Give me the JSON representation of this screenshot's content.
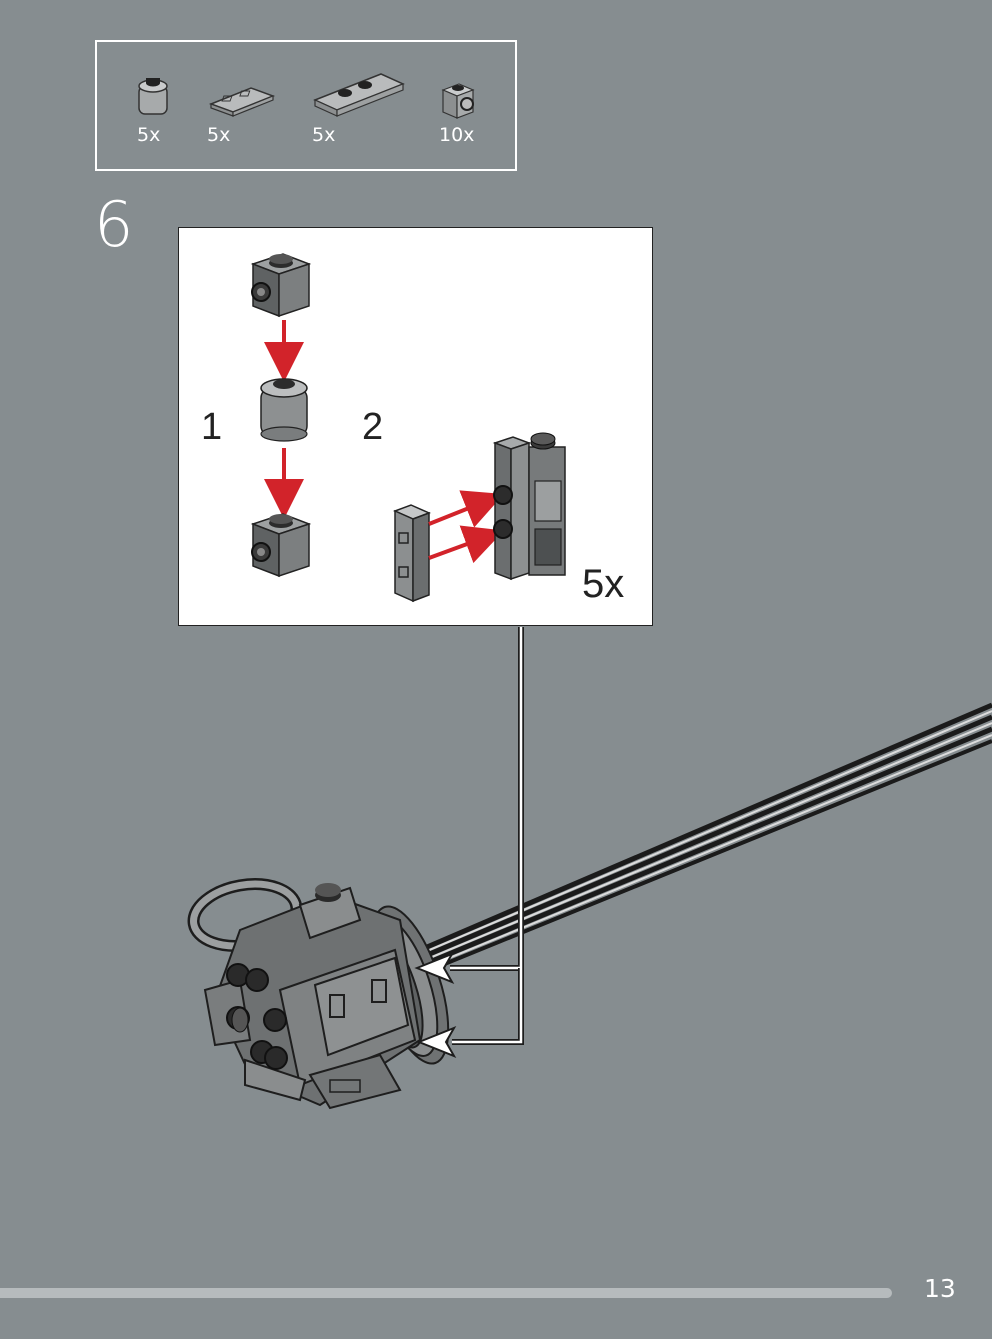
{
  "parts_list": [
    {
      "name": "round-brick-1x1",
      "qty": "5x"
    },
    {
      "name": "tile-1x2-with-groove",
      "qty": "5x"
    },
    {
      "name": "plate-1x3-two-studs",
      "qty": "5x"
    },
    {
      "name": "brick-1x1-with-stud-on-side",
      "qty": "10x"
    }
  ],
  "step": {
    "number": "6"
  },
  "callout": {
    "substep_1": "1",
    "substep_2": "2",
    "multiplier": "5x"
  },
  "arrow_color": "#d2232a",
  "page": {
    "number": "13"
  }
}
